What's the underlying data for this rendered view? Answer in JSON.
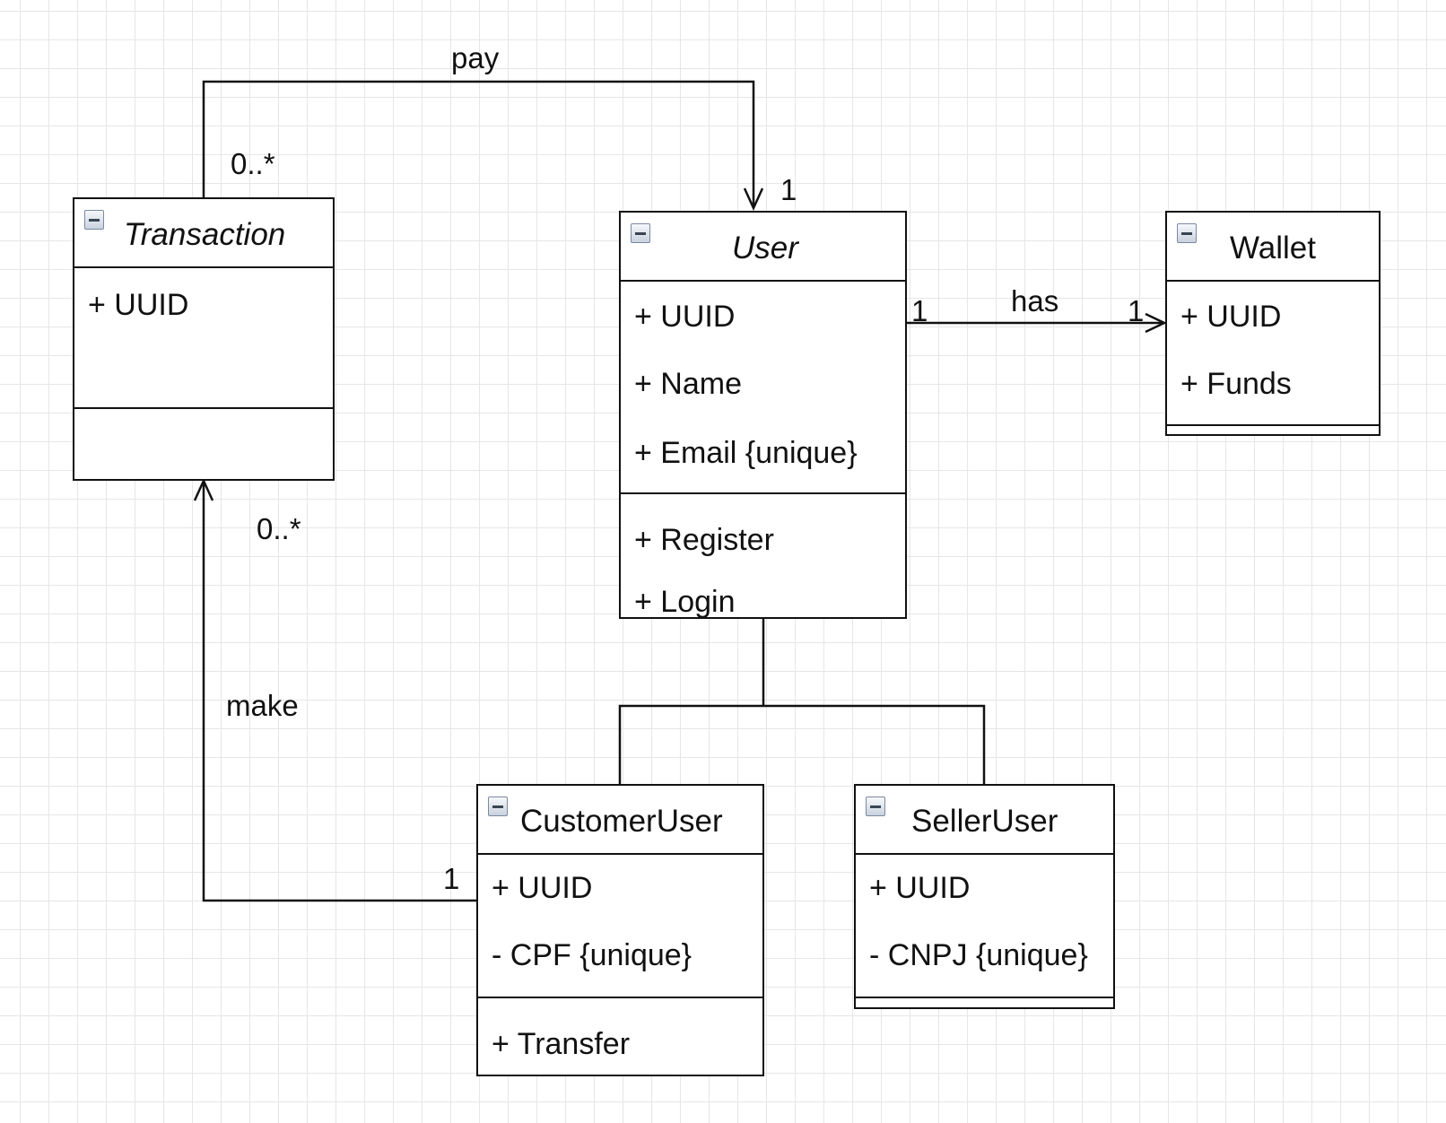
{
  "classes": {
    "transaction": {
      "name": "Transaction",
      "attributes": [
        "+ UUID"
      ],
      "methods": []
    },
    "user": {
      "name": "User",
      "attributes": [
        "+ UUID",
        "+ Name",
        "+ Email {unique}"
      ],
      "methods": [
        "+ Register",
        "+ Login"
      ]
    },
    "wallet": {
      "name": "Wallet",
      "attributes": [
        "+ UUID",
        "+ Funds"
      ],
      "methods": []
    },
    "customer_user": {
      "name": "CustomerUser",
      "attributes": [
        "+ UUID",
        "- CPF {unique}"
      ],
      "methods": [
        "+ Transfer"
      ]
    },
    "seller_user": {
      "name": "SellerUser",
      "attributes": [
        "+ UUID",
        "- CNPJ {unique}"
      ],
      "methods": []
    }
  },
  "relations": {
    "pay": {
      "label": "pay",
      "source_multiplicity": "0..*",
      "target_multiplicity": "1"
    },
    "has": {
      "label": "has",
      "source_multiplicity": "1",
      "target_multiplicity": "1"
    },
    "make": {
      "label": "make",
      "source_multiplicity": "1",
      "target_multiplicity": "0..*"
    }
  }
}
